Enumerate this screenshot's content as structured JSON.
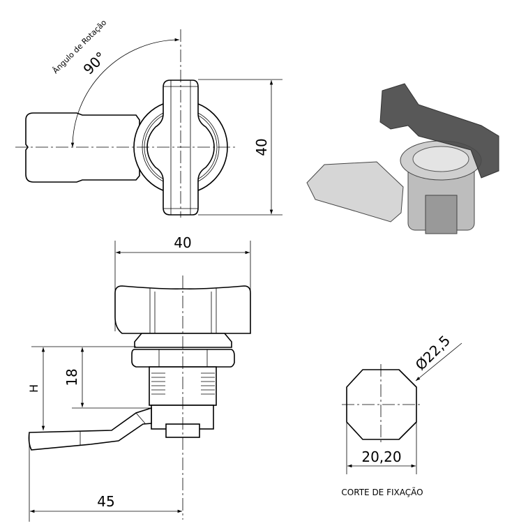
{
  "top_view": {
    "angle_label": "Ângulo de Rotação",
    "angle_value": "90°",
    "height_dim": "40"
  },
  "side_view": {
    "width_dim": "40",
    "h_label": "H",
    "depth_dim": "18",
    "lever_dim": "45"
  },
  "cutout": {
    "diameter_dim": "Ø22,5",
    "width_dim": "20,20",
    "caption": "CORTE DE FIXAÇÃO"
  },
  "colors": {
    "line": "#000000",
    "knob_render": "#4a4a4a",
    "metal_render": "#d6d6d6"
  }
}
